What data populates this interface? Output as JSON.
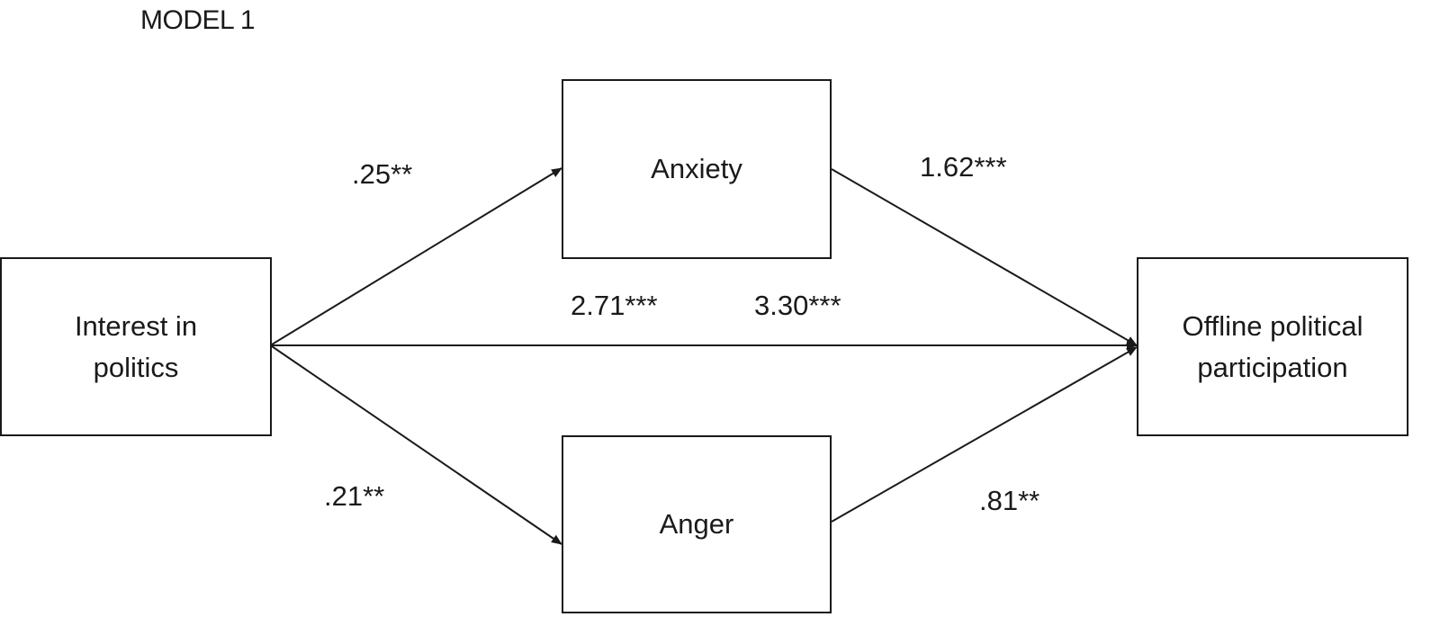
{
  "title": "MODEL 1",
  "nodes": {
    "interest": "Interest  in\npolitics",
    "anxiety": "Anxiety",
    "anger": "Anger",
    "offline": "Offline political\nparticipation"
  },
  "coefficients": {
    "interest_to_anxiety": ".25**",
    "interest_to_anger": ".21**",
    "anxiety_to_offline": "1.62***",
    "anger_to_offline": ".81**",
    "total_effect": "2.71***",
    "direct_effect": "3.30***"
  }
}
